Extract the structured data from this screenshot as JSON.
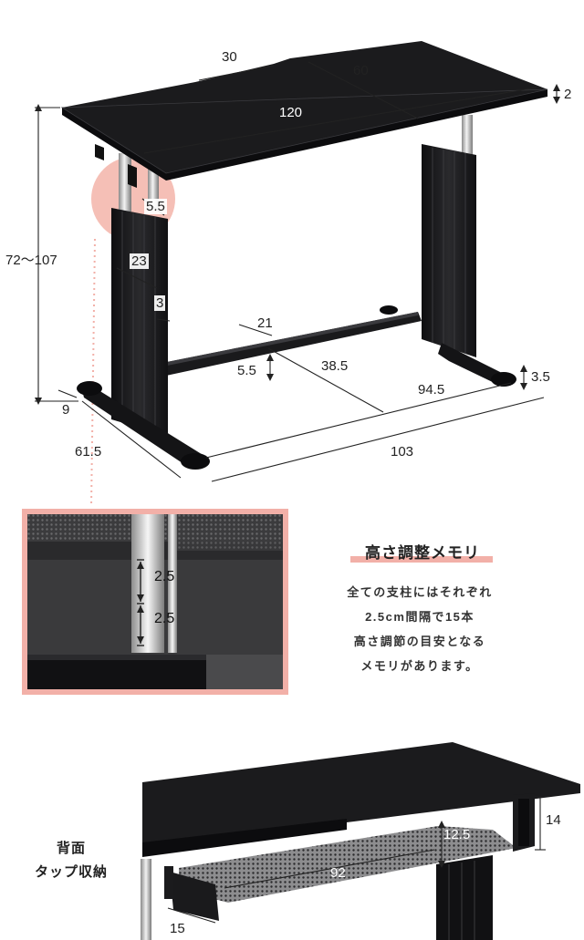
{
  "dimensions": {
    "top_depth_notch": "30",
    "top_depth": "60",
    "top_thickness": "2",
    "top_width": "120",
    "height_range": "72〜107",
    "column_gap": "5.5",
    "column_width": "23",
    "column_inner": "3",
    "crossbar_width": "21",
    "crossbar_height": "5.5",
    "crossbar_offset": "38.5",
    "foot_width_span": "94.5",
    "foot_height": "3.5",
    "foot_thickness": "9",
    "base_depth": "61.5",
    "base_width": "103"
  },
  "inset": {
    "mark_upper": "2.5",
    "mark_lower": "2.5"
  },
  "feature": {
    "title": "高さ調整メモリ",
    "lines": [
      "全ての支柱にはそれぞれ",
      "2.5cm間隔で15本",
      "高さ調節の目安となる",
      "メモリがあります。"
    ]
  },
  "storage": {
    "label_line1": "背面",
    "label_line2": "タップ収納",
    "tray_height": "12.5",
    "tray_drop": "14",
    "tray_width": "92",
    "tray_depth": "15"
  },
  "colors": {
    "accent_pink": "#f2b0a8",
    "desk_black": "#1b1b1d"
  }
}
